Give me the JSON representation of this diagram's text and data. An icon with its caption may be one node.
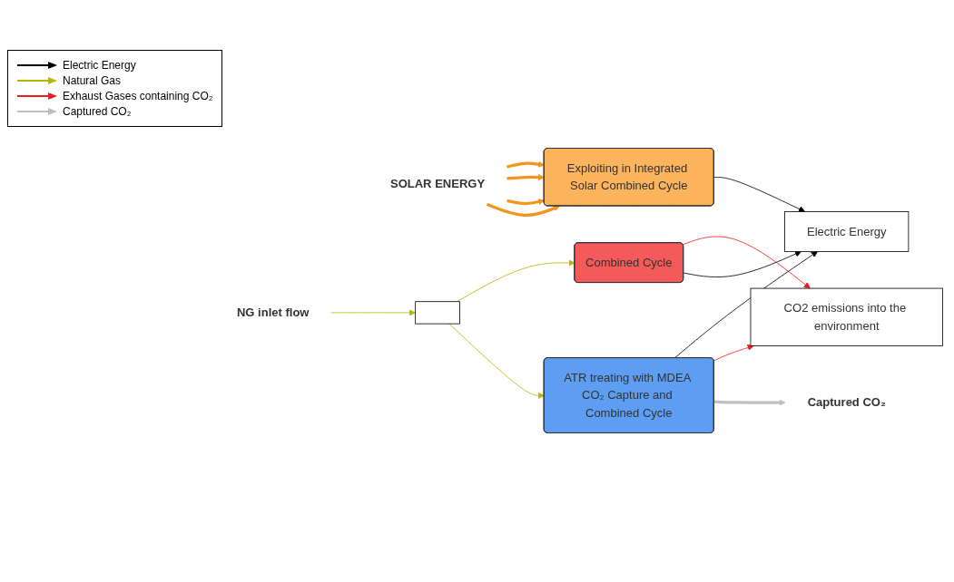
{
  "diagram": {
    "nodes": [
      {
        "text": [
          "SOLAR ENERGY"
        ]
      },
      {
        "text": [
          "Exploiting in Integrated Solar Combined Cycle"
        ]
      },
      {
        "text": [
          "CO2 emissions into the environment"
        ]
      },
      {
        "text": [
          "Combined Cycle"
        ]
      },
      {
        "text": [
          "NG inlet flow"
        ]
      },
      {
        "text": [],
        "shape": "box"
      },
      {
        "text": [
          "Electric Energy"
        ]
      },
      {
        "text": [
          "ATR treating with MDEA CO₂ Capture and Combined Cycle"
        ]
      },
      {
        "text": [
          "Captured CO₂"
        ]
      }
    ],
    "edges": [
      {
        "from": 0,
        "to": 1,
        "arrow": "to",
        "style": "thick",
        "color": "#f7941d"
      },
      {
        "from": 0,
        "to": 1,
        "arrow": "to",
        "style": "thick",
        "color": "#f7941d"
      },
      {
        "from": 0,
        "to": 1,
        "arrow": "to",
        "style": "thick",
        "color": "#f7941d"
      },
      {
        "from": 0,
        "to": 1,
        "arrow": "to",
        "style": "thick",
        "color": "#f7941d"
      },
      {
        "from": 1,
        "to": 6,
        "arrow": "to",
        "color": "#000000"
      },
      {
        "from": 3,
        "to": 2,
        "arrow": "to",
        "color": "#ee1c1c"
      },
      {
        "from": 4,
        "to": 5,
        "arrow": "to",
        "color": "#b5b800"
      },
      {
        "from": 5,
        "to": 3,
        "arrow": "to",
        "color": "#b5b800"
      },
      {
        "from": 5,
        "to": 7,
        "arrow": "to",
        "color": "#b5b800"
      },
      {
        "from": 3,
        "to": 6,
        "arrow": "to",
        "color": "#000000"
      },
      {
        "from": 7,
        "to": 6,
        "arrow": "to",
        "color": "#000000"
      },
      {
        "from": 7,
        "to": 2,
        "arrow": "to",
        "color": "#ee1c1c"
      },
      {
        "from": 7,
        "to": 8,
        "arrow": "to",
        "style": "thick",
        "color": "#c0c0c0"
      }
    ],
    "legend": [
      {
        "text": "Electric Energy"
      },
      {
        "text": "Natural Gas"
      },
      {
        "text": "Exhaust Gases containing CO₂"
      },
      {
        "text": "Captured CO₂"
      }
    ]
  }
}
